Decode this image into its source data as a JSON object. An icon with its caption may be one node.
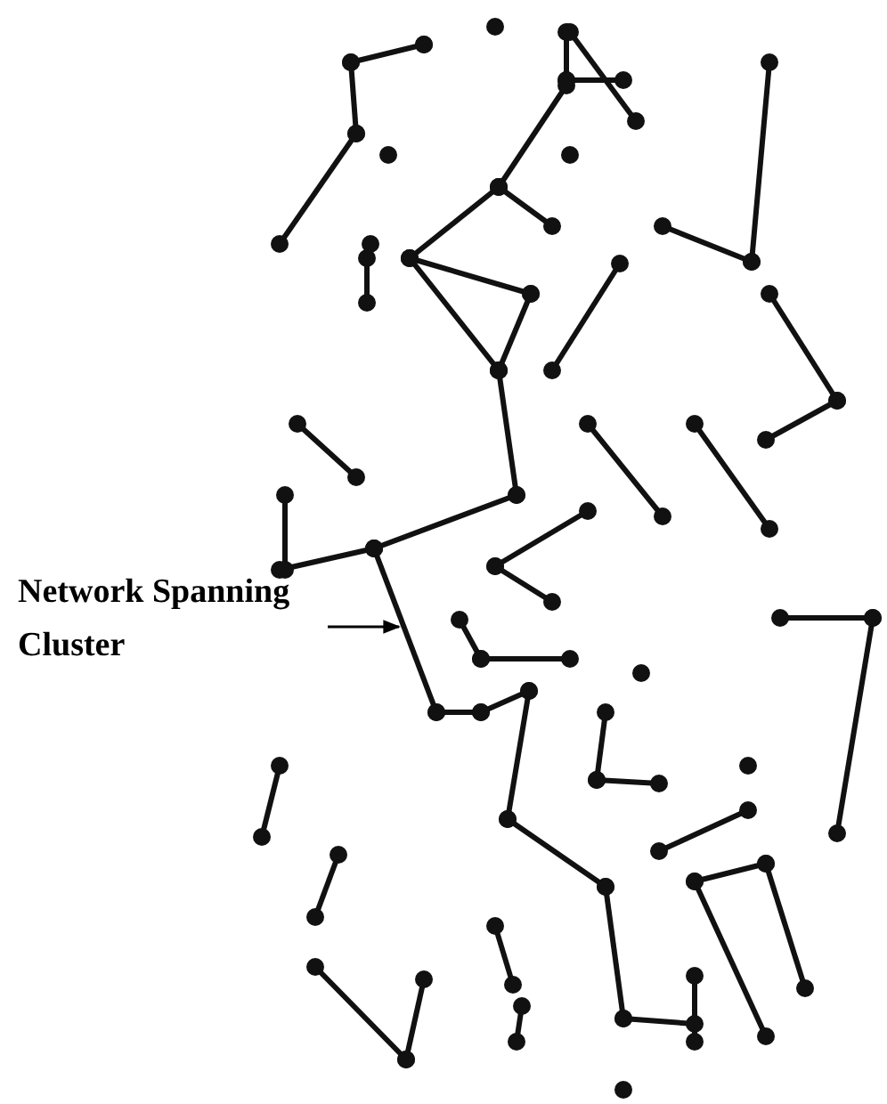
{
  "diagram": {
    "nodes": [
      {
        "text": [
          "Network Spanning Cluster"
        ]
      },
      {
        "text": [],
        "shape": "picture"
      }
    ],
    "edges": [
      {
        "from": 0,
        "to": 1,
        "arrow": "to"
      }
    ]
  }
}
